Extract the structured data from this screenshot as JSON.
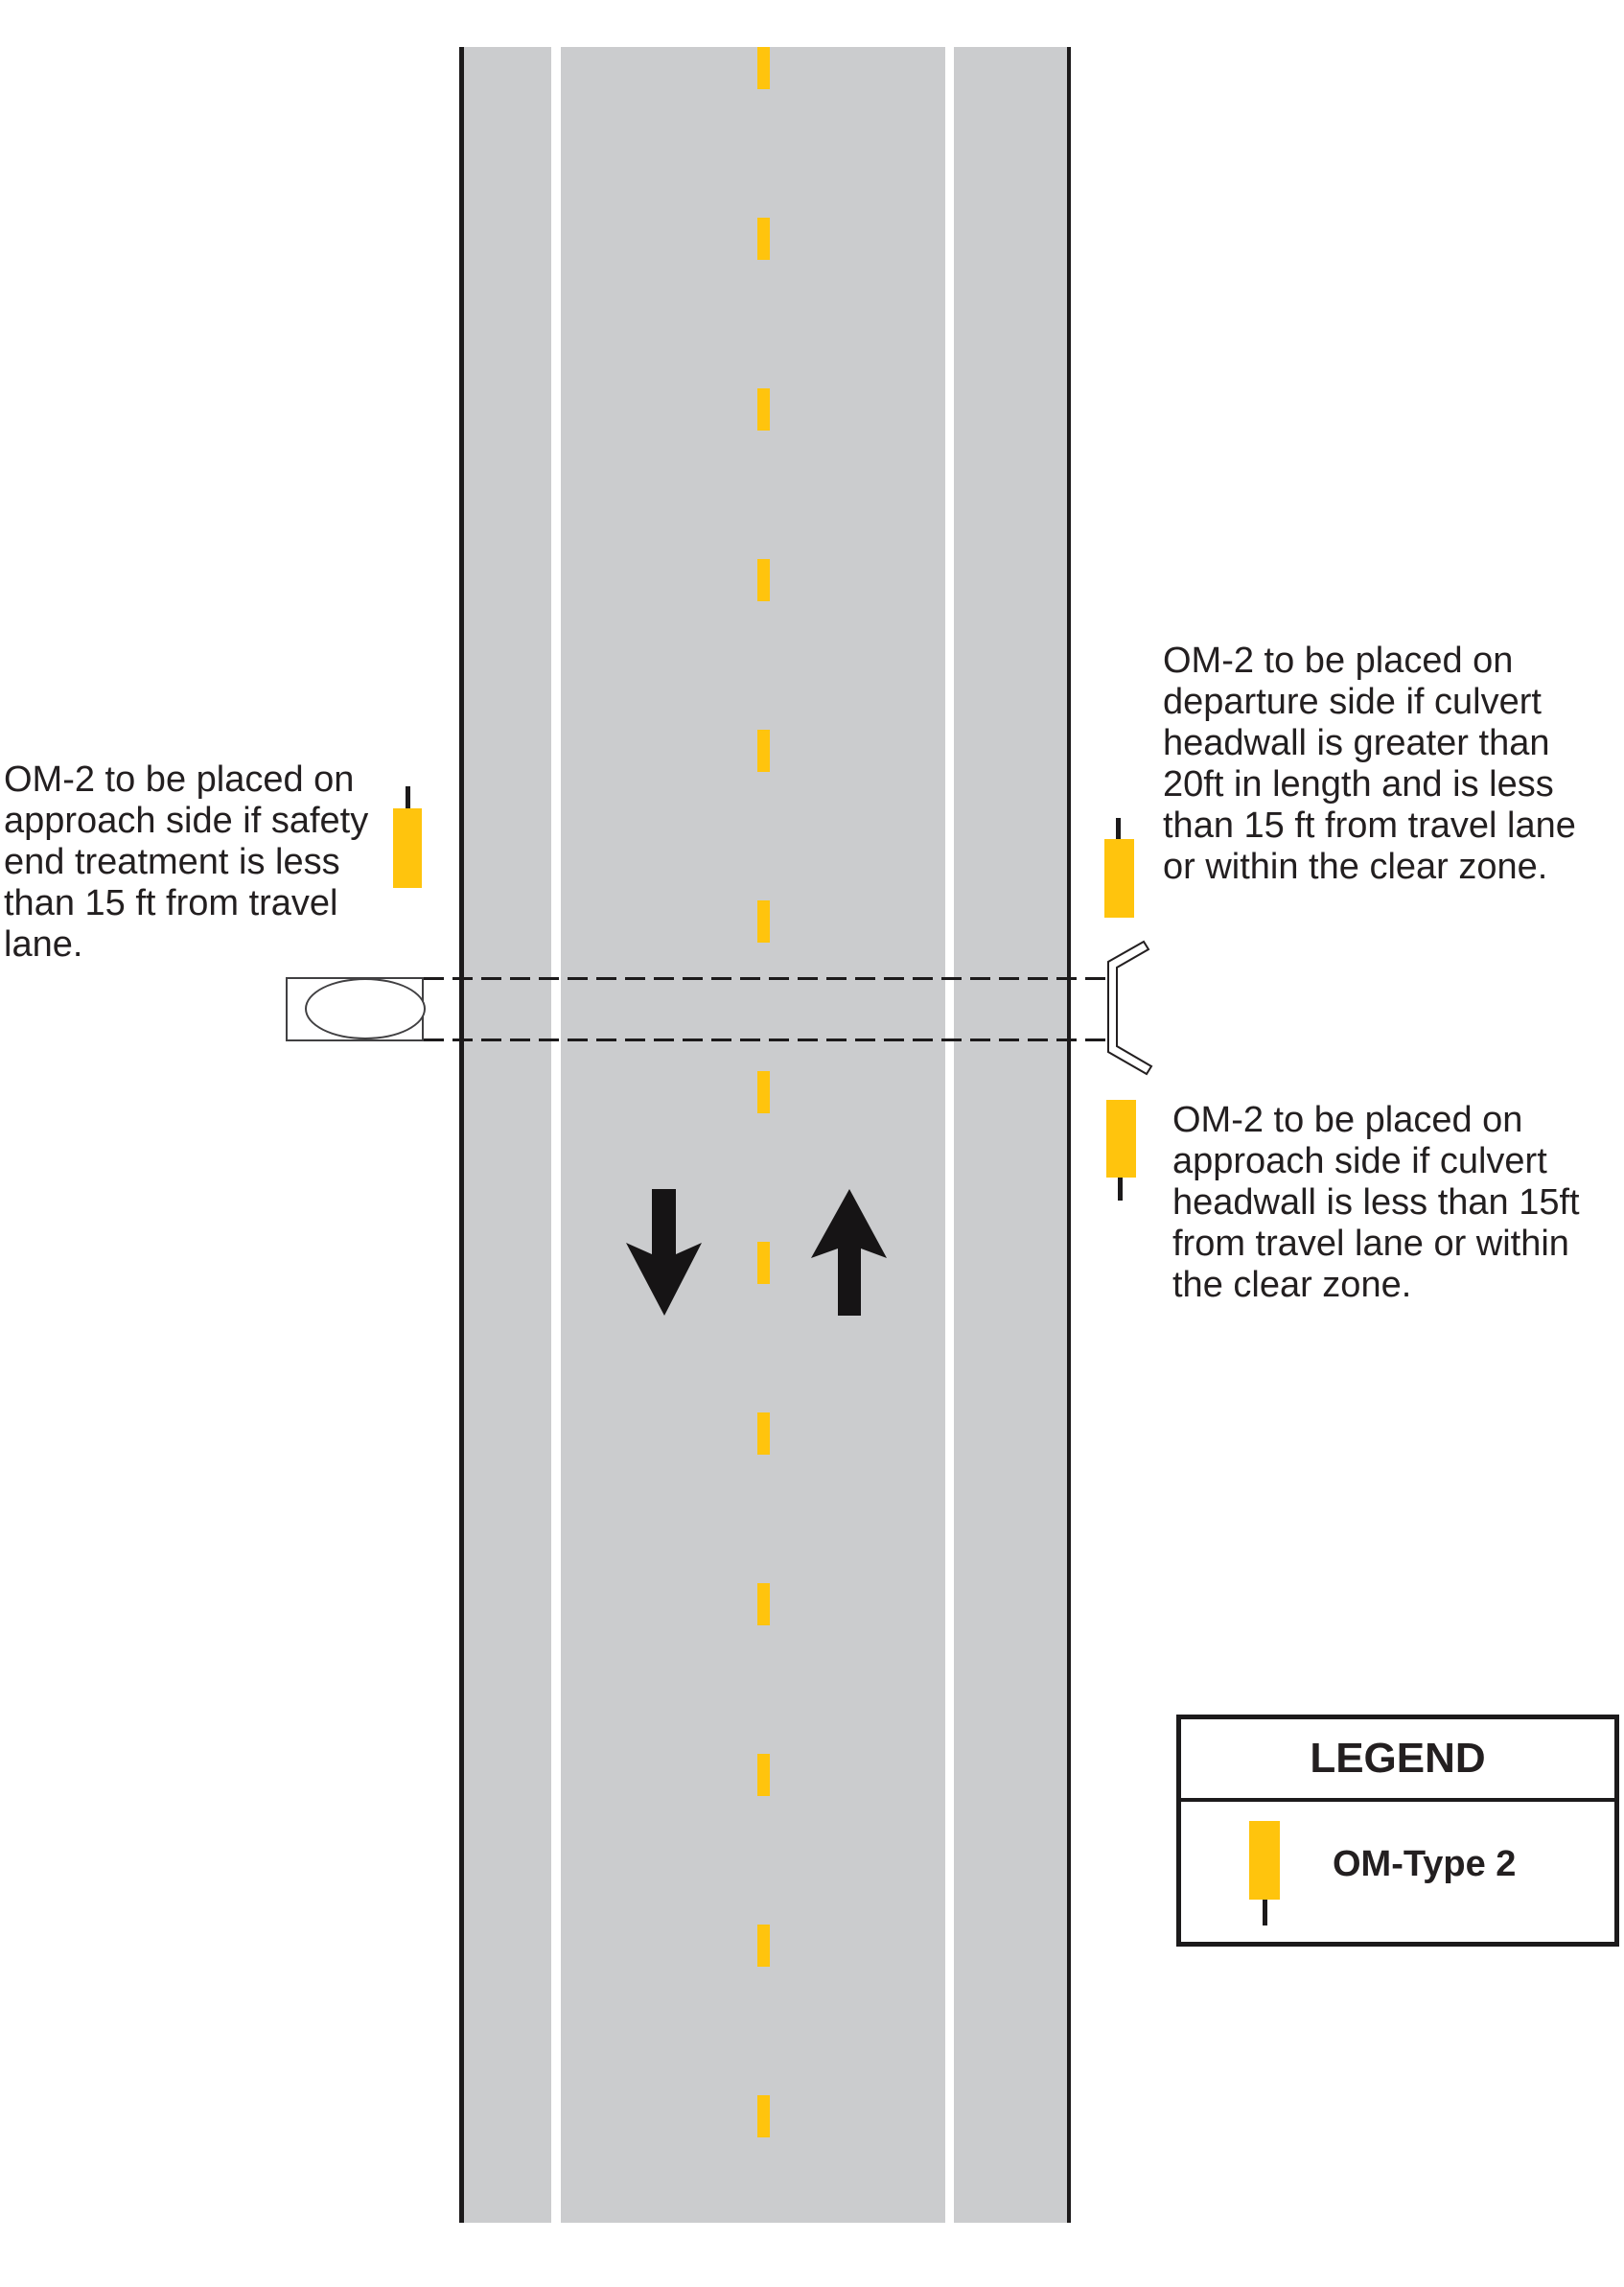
{
  "diagram": {
    "annotations": {
      "left": "OM-2 to be placed on\napproach side if safety\nend treatment is less\nthan 15 ft from travel\nlane.",
      "top_right": "OM-2 to be placed on\ndeparture side if culvert\nheadwall is greater than\n20ft in length and is less\nthan 15 ft from travel lane\nor within the clear zone.",
      "bottom_right": "OM-2 to be placed on\napproach side if culvert\nheadwall is less than 15ft\nfrom travel lane or within\nthe clear zone."
    },
    "lane_directions": {
      "left_lane": "down",
      "right_lane": "up"
    }
  },
  "legend": {
    "title": "LEGEND",
    "items": [
      {
        "symbol": "om-type-2-marker",
        "label": "OM-Type 2"
      }
    ]
  },
  "colors": {
    "road_gray": "#cbccce",
    "marker_yellow": "#ffc40d",
    "line_black": "#1c1a1b",
    "text_black": "#231f20",
    "lane_line_white": "#ffffff"
  }
}
